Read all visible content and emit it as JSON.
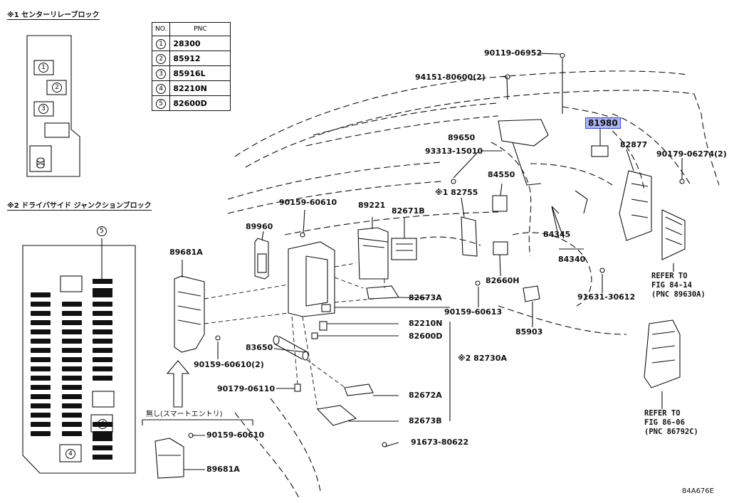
{
  "section1": {
    "title": "※1 センターリレーブロック",
    "slots": [
      "1",
      "2",
      "3"
    ]
  },
  "section2": {
    "title": "※2 ドライバサイド ジャンクションブロック",
    "callout": "5",
    "slot_left": "4",
    "slot_right": "4"
  },
  "pnc_table": {
    "headers": [
      "NO.",
      "PNC"
    ],
    "rows": [
      {
        "no": "1",
        "pnc": "28300"
      },
      {
        "no": "2",
        "pnc": "85912"
      },
      {
        "no": "3",
        "pnc": "85916L"
      },
      {
        "no": "4",
        "pnc": "82210N"
      },
      {
        "no": "5",
        "pnc": "82600D"
      }
    ]
  },
  "labels": {
    "p90119": "90119-06952",
    "p94151": "94151-80600(2)",
    "p81980": "81980",
    "p89650": "89650",
    "p82877": "82877",
    "p90179a": "90179-06274(2)",
    "p93313": "93313-15010",
    "p84550": "84550",
    "p82755": "※1 82755",
    "p90159a": "90159-60610",
    "p89221": "89221",
    "p82671b": "82671B",
    "p89960": "89960",
    "p89681a": "89681A",
    "p84345": "84345",
    "p84340": "84340",
    "p82660h": "82660H",
    "p82673a": "82673A",
    "p90159b": "90159-60613",
    "p91631": "91631-30612",
    "p82210n": "82210N",
    "p82600d": "82600D",
    "p85903": "85903",
    "p83650": "83650",
    "p82730a": "※2 82730A",
    "p90159c": "90159-60610(2)",
    "p90179b": "90179-06110",
    "p82672a": "82672A",
    "p82673b": "82673B",
    "p91673": "91673-80622",
    "without": "無し(スマートエントリ)",
    "p90159d": "90159-60610",
    "p89681a2": "89681A",
    "ref1": "REFER TO\nFIG 84-14\n(PNC 89630A)",
    "ref2": "REFER TO\nFIG 86-06\n(PNC 86792C)",
    "figcode": "84A676E"
  }
}
